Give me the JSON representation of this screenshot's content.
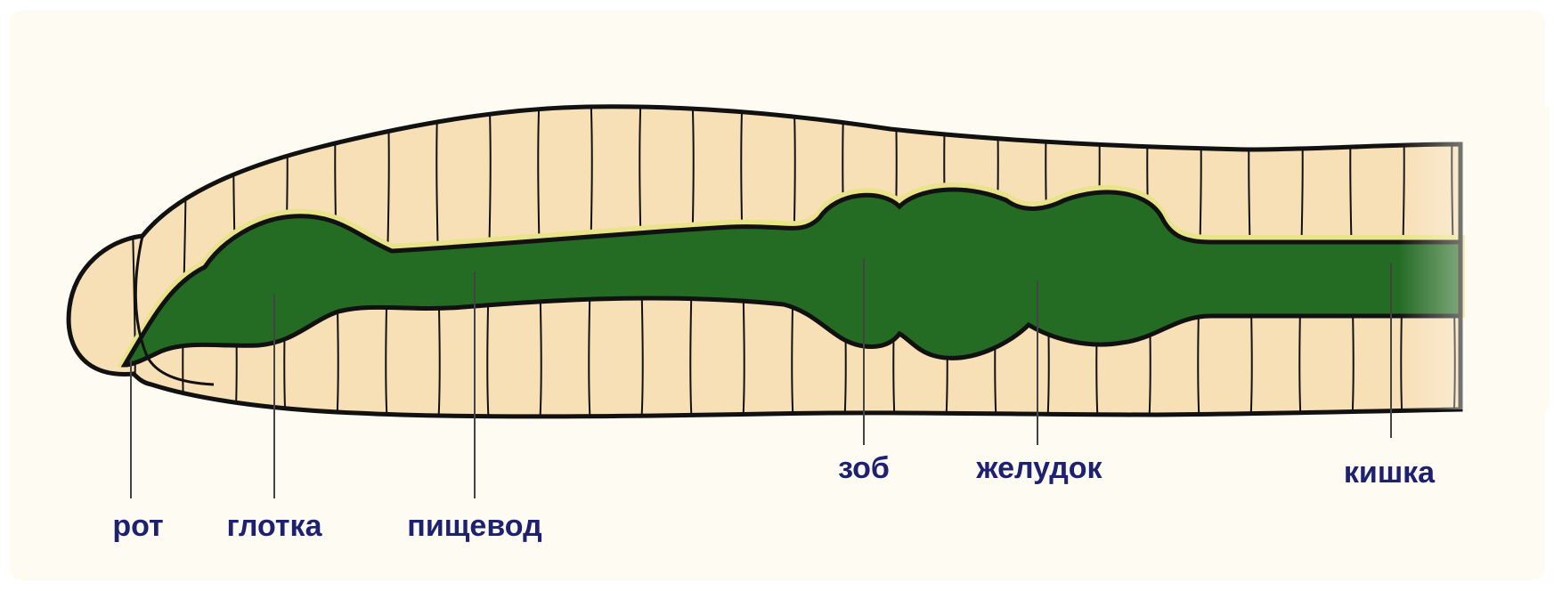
{
  "colors": {
    "background": "#fdfbf2",
    "worm_body": "#f7dfb6",
    "worm_outline": "#111111",
    "gut": "#246b24",
    "gut_highlight": "#e9e38a",
    "label_text": "#1e2070",
    "leader_line": "#444444"
  },
  "labels": {
    "mouth": "рот",
    "pharynx": "глотка",
    "esophagus": "пищевод",
    "crop": "зоб",
    "gizzard": "желудок",
    "intestine": "кишка"
  }
}
